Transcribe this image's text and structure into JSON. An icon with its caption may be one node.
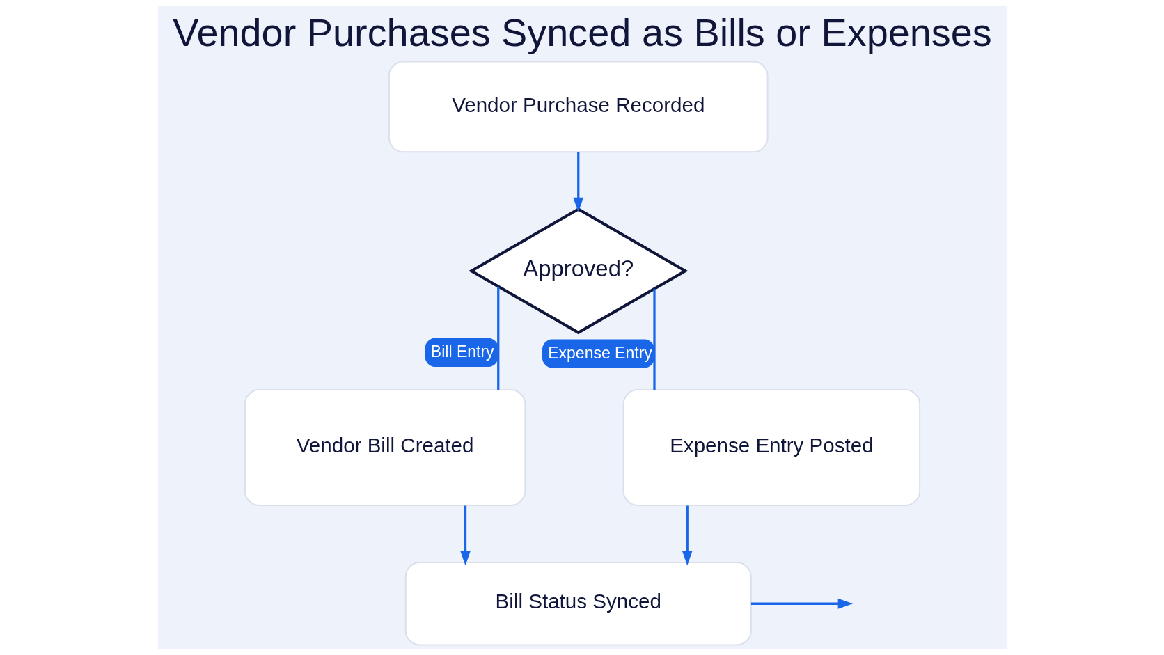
{
  "diagram": {
    "title": "Vendor Purchases Synced as Bills or Expenses",
    "nodes": [
      {
        "text": [
          "Vendor Purchase Recorded"
        ]
      },
      {
        "text": [
          "Approved?"
        ]
      },
      {
        "text": [
          "Vendor Bill Created"
        ]
      },
      {
        "text": [
          "Expense Entry Posted"
        ]
      },
      {
        "text": [
          "Bill Status Synced"
        ]
      }
    ],
    "edges": [
      {
        "from": 0,
        "to": 1,
        "arrow": "to"
      },
      {
        "from": 1,
        "to": 2,
        "arrow": "none",
        "label": "Bill Entry"
      },
      {
        "from": 1,
        "to": 3,
        "arrow": "none",
        "label": "Expense Entry"
      },
      {
        "from": 2,
        "to": 4,
        "arrow": "to"
      },
      {
        "from": 3,
        "to": 4,
        "arrow": "to"
      },
      {
        "from": 4,
        "to": null,
        "arrow": "to"
      }
    ]
  }
}
